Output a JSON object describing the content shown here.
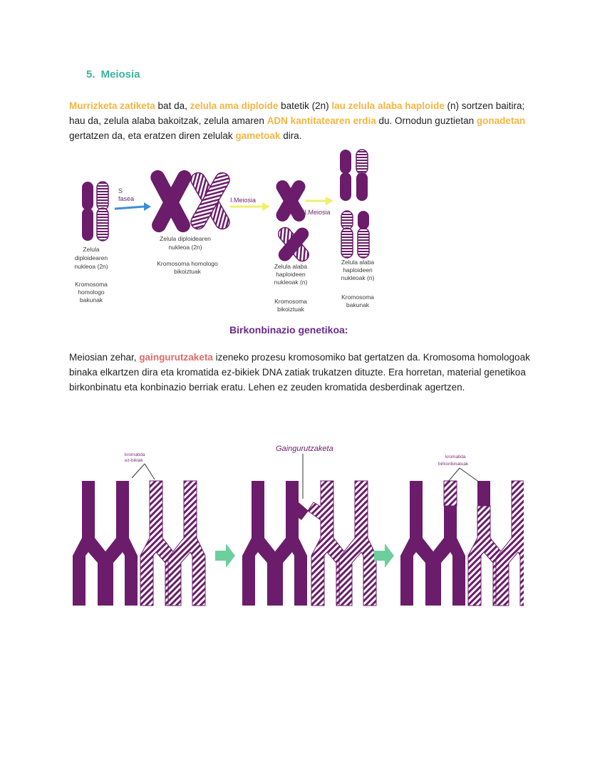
{
  "section": {
    "number": "5.",
    "title": "Meiosia"
  },
  "para1": {
    "s1": "Murrizketa zatiketa",
    "s2": " bat da, ",
    "s3": "zelula ama diploide",
    "s4": " batetik (2n) ",
    "s5": "lau zelula alaba haploide",
    "s6": " (n) sortzen baitira; hau da, zelula alaba bakoitzak, zelula amaren ",
    "s7": "ADN kantitatearen erdia",
    "s8": " du. Ornodun guztietan ",
    "s9": "gonadetan",
    "s10": " gertatzen da, eta eratzen diren zelulak ",
    "s11": "gametoak",
    "s12": " dira."
  },
  "figure1": {
    "arrow1_label_a": "S",
    "arrow1_label_b": "fasea",
    "arrow2_label": "I.Meiosia",
    "arrow3_label": "II.Meiosia",
    "cap1_line1": "Zelula",
    "cap1_line2": "diploidearen",
    "cap1_line3": "nukleoa (2n)",
    "cap1_line4": "Kromosoma",
    "cap1_line5": "homologo",
    "cap1_line6": "bakunak",
    "cap2_line1": "Zelula diploidearen",
    "cap2_line2": "nukleoa (2n)",
    "cap2_line3": "Kromosoma homologo",
    "cap2_line4": "bikoiztuak",
    "cap3_line1": "Zelula alaba",
    "cap3_line2": "haploideen",
    "cap3_line3": "nukleoak (n)",
    "cap3_line4": "Kromosoma",
    "cap3_line5": "bikoiztuak",
    "cap4_line1": "Zelula alaba",
    "cap4_line2": "haploideen",
    "cap4_line3": "nukleoak (n)",
    "cap4_line4": "Kromosoma",
    "cap4_line5": "bakunak"
  },
  "subheading": "Birkonbinazio genetikoa:",
  "para2": {
    "s1": "Meiosian zehar, ",
    "s2": "gaingurutzaketa",
    "s3": " izeneko prozesu kromosomiko bat gertatzen da. Kromosoma homologoak binaka elkartzen dira eta kromatida ez-bikiek DNA zatiak trukatzen dituzte. Era horretan, material genetikoa birkonbinatu eta konbinazio berriak eratu. Lehen ez zeuden kromatida desberdinak agertzen."
  },
  "figure2": {
    "label_left_a": "kromatida",
    "label_left_b": "ez-bikiak",
    "label_mid": "Gaingurutzaketa",
    "label_right_a": "kromatida",
    "label_right_b": "birkonbinatuak"
  },
  "colors": {
    "purple": "#6b1c6b",
    "teal_title": "#3bb39f",
    "highlight_orange": "#f5b53f",
    "highlight_red": "#df6b6b",
    "arrow_blue": "#3d8fd6",
    "arrow_yellow": "#f1ee6d",
    "arrow_green": "#6ccf9b",
    "subhead_purple": "#6b2a8b"
  }
}
